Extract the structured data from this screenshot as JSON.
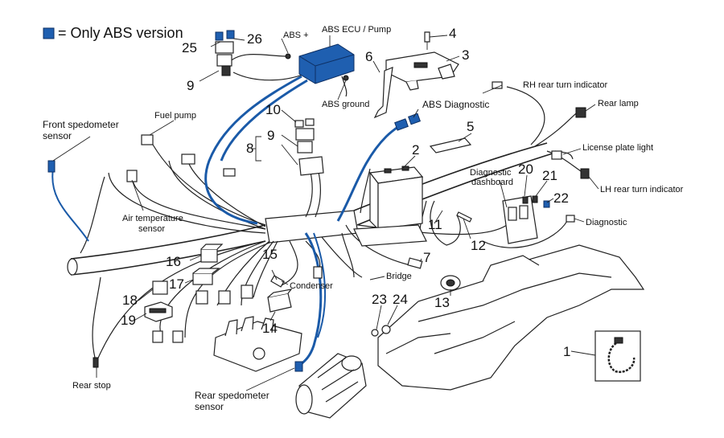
{
  "legend": {
    "text": "= Only ABS version",
    "color": "#1f5fb0"
  },
  "labels": {
    "abs_plus": "ABS +",
    "abs_ecu": "ABS ECU / Pump",
    "abs_ground": "ABS ground",
    "abs_diagnostic": "ABS Diagnostic",
    "fuel_pump": "Fuel pump",
    "front_speedo_1": "Front spedometer",
    "front_speedo_2": "sensor",
    "air_temp_1": "Air temperature",
    "air_temp_2": "sensor",
    "rh_turn": "RH rear turn indicator",
    "rear_lamp": "Rear lamp",
    "license_plate": "License plate light",
    "lh_turn": "LH rear turn indicator",
    "diag_dash_1": "Diagnostic",
    "diag_dash_2": "dashboard",
    "diagnostic": "Diagnostic",
    "bridge": "Bridge",
    "condenser": "Condenser",
    "rear_stop": "Rear stop",
    "rear_speedo_1": "Rear spedometer",
    "rear_speedo_2": "sensor"
  },
  "numbers": {
    "n1": "1",
    "n2": "2",
    "n3": "3",
    "n4": "4",
    "n5": "5",
    "n6": "6",
    "n7": "7",
    "n8": "8",
    "n9a": "9",
    "n9b": "9",
    "n10": "10",
    "n11": "11",
    "n12": "12",
    "n13": "13",
    "n14": "14",
    "n15": "15",
    "n16": "16",
    "n17": "17",
    "n18": "18",
    "n19": "19",
    "n20": "20",
    "n21": "21",
    "n22": "22",
    "n23": "23",
    "n24": "24",
    "n25": "25",
    "n26": "26"
  }
}
